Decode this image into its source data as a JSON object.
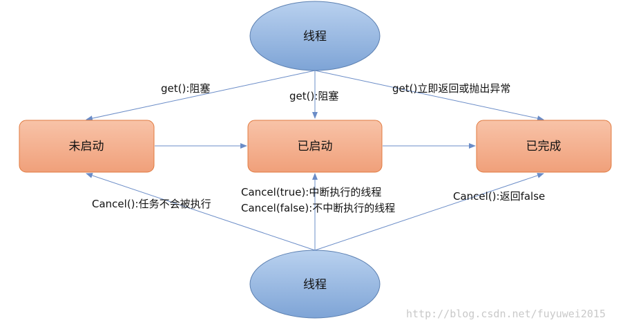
{
  "nodes": {
    "thread_top": "线程",
    "thread_bottom": "线程",
    "not_started": "未启动",
    "started": "已启动",
    "completed": "已完成"
  },
  "edge_labels": {
    "get_left": "get():阻塞",
    "get_center": "get():阻塞",
    "get_right": "get()立即返回或抛出异常",
    "cancel_left": "Cancel():任务不会被执行",
    "cancel_true": "Cancel(true):中断执行的线程",
    "cancel_false": "Cancel(false):不中断执行的线程",
    "cancel_right": "Cancel():返回false"
  },
  "watermark": "http://blog.csdn.net/fuyuwei2015",
  "colors": {
    "ellipse_fill_light": "#b9d1ef",
    "ellipse_fill_dark": "#7ea4d6",
    "rect_fill_light": "#f8c3a8",
    "rect_fill_dark": "#f0a07a",
    "arrow": "#6a8cc7"
  }
}
